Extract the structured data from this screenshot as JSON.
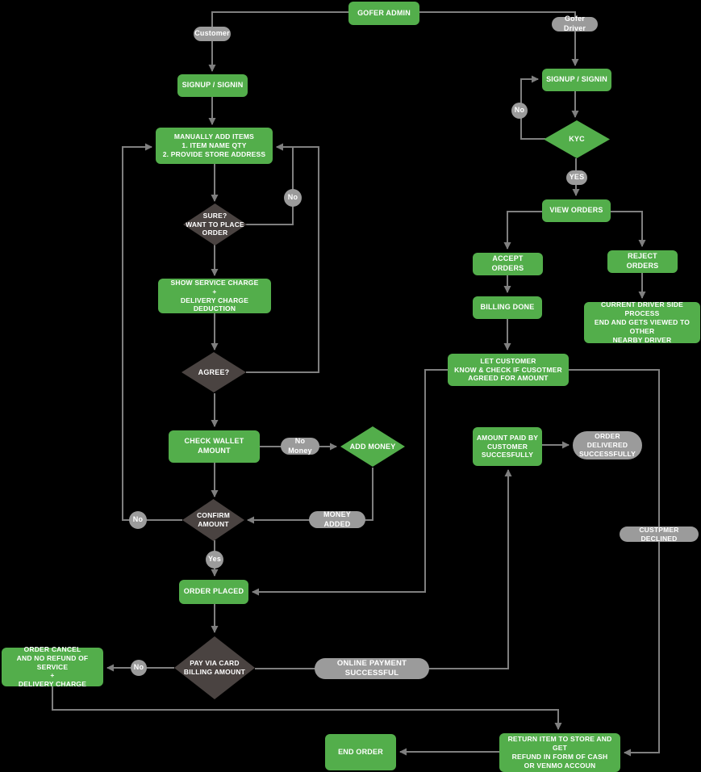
{
  "colors": {
    "background": "#000000",
    "node_green": "#53ae4b",
    "node_dark": "#4a4341",
    "node_gray": "#9b9b9b",
    "line": "#7f7f7f",
    "text": "#ffffff"
  },
  "nodes": {
    "gofer_admin": "GOFER ADMIN",
    "customer_badge": "Customer",
    "gofer_driver_badge": "Gofer Driver",
    "signup_customer": "SIGNUP / SIGNIN",
    "signup_driver": "SIGNUP / SIGNIN",
    "manually_add_items": "MANUALLY ADD ITEMS\n1. ITEM NAME QTY\n2. PROVIDE STORE ADDRESS",
    "sure_place_order": "SURE?\nWANT TO PLACE\nORDER",
    "no_sure": "No",
    "show_service_charge": "SHOW SERVICE CHARGE\n+\nDELIVERY CHARGE DEDUCTION",
    "agree": "AGREE?",
    "check_wallet": "CHECK WALLET AMOUNT",
    "no_money": "No Money",
    "add_money": "ADD MONEY",
    "money_added": "MONEY ADDED",
    "confirm_amount": "CONFIRM\nAMOUNT",
    "no_confirm": "No",
    "yes_confirm": "Yes",
    "order_placed": "ORDER PLACED",
    "pay_via_card": "PAY VIA CARD\nBILLING AMOUNT",
    "no_pay": "No",
    "order_cancel": "ORDER CANCEL\nAND NO REFUND OF SERVICE\n+\nDELIVERY CHARGE",
    "online_payment_successful": "ONLINE PAYMENT SUCCESSFUL",
    "end_order": "END ORDER",
    "return_item": "RETURN ITEM TO STORE AND GET\nREFUND IN FORM OF CASH\nOR VENMO ACCOUN",
    "kyc": "KYC",
    "no_kyc": "No",
    "yes_kyc": "YES",
    "view_orders": "VIEW ORDERS",
    "accept_orders": "ACCEPT ORDERS",
    "reject_orders": "REJECT ORDERS",
    "billing_done": "BILLING DONE",
    "current_driver_process": "CURRENT DRIVER SIDE PROCESS\nEND AND GETS VIEWED TO OTHER\nNEARBY DRIVER",
    "let_customer_know": "LET CUSTOMER\nKNOW & CHECK IF CUSOTMER\nAGREED FOR AMOUNT",
    "amount_paid": "AMOUNT PAID BY\nCUSTOMER\nSUCCESFULLY",
    "order_delivered": "ORDER DELIVERED\nSUCCESSFULLY",
    "custpmer_declined": "CUSTPMER DECLINED"
  }
}
